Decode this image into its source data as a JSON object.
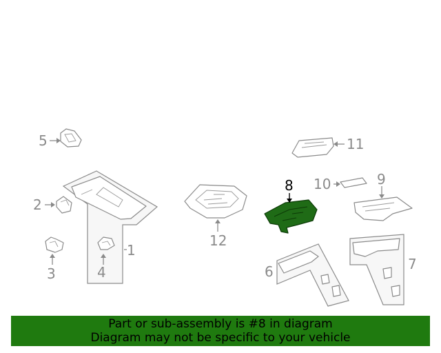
{
  "callouts": {
    "c1": "1",
    "c2": "2",
    "c3": "3",
    "c4": "4",
    "c5": "5",
    "c6": "6",
    "c7": "7",
    "c8": "8",
    "c9": "9",
    "c10": "10",
    "c11": "11",
    "c12": "12"
  },
  "highlighted_part": "8",
  "colors": {
    "highlight_fill": "#1f6b16",
    "banner_bg": "#1f7a0f",
    "line_gray": "#8a8a8a"
  },
  "banner": {
    "line1": "Part or sub-assembly is #8 in diagram",
    "line2": "Diagram may not be specific to your vehicle"
  }
}
